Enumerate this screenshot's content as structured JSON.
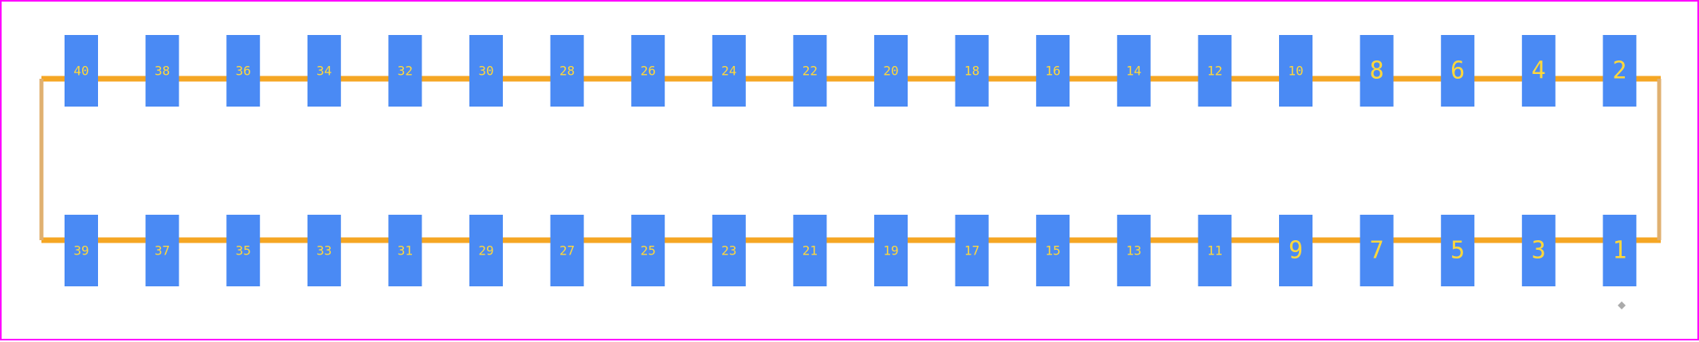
{
  "colors": {
    "background": "#ffffff",
    "frame": "#ff00ff",
    "silkscreen": "#f5a623",
    "courtyard": "#e0b070",
    "pad": "#4a8af4",
    "pad_text": "#ffd83a",
    "marker": "#aaaaaa"
  },
  "rows": {
    "top": [
      "40",
      "38",
      "36",
      "34",
      "32",
      "30",
      "28",
      "26",
      "24",
      "22",
      "20",
      "18",
      "16",
      "14",
      "12",
      "10",
      "8",
      "6",
      "4",
      "2"
    ],
    "bottom": [
      "39",
      "37",
      "35",
      "33",
      "31",
      "29",
      "27",
      "25",
      "23",
      "21",
      "19",
      "17",
      "15",
      "13",
      "11",
      "9",
      "7",
      "5",
      "3",
      "1"
    ]
  },
  "pin1_marker": "marker-diamond"
}
